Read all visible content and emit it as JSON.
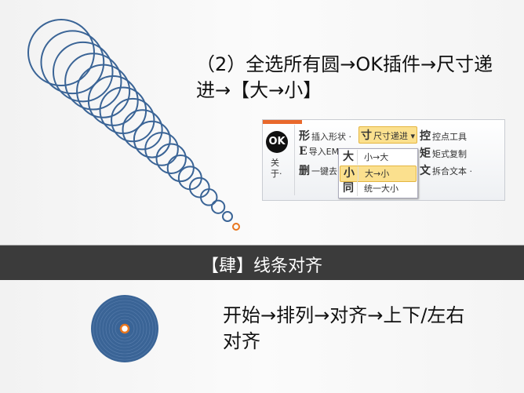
{
  "step_text": "（2）全选所有圆→OK插件→尺寸递进→【大→小】",
  "section_title": "【肆】线条对齐",
  "instruction_text": "开始→排列→对齐→上下/左右对齐",
  "colors": {
    "circle": "#3a6496",
    "accent": "#e8761e",
    "band": "#3b3b3b"
  },
  "ribbon": {
    "ok_logo": "OK",
    "about": "关于·",
    "col1": [
      {
        "icon": "形",
        "label": "插入形状 ·"
      },
      {
        "icon": "E",
        "label": "导入EM"
      },
      {
        "icon": "删",
        "label": "一键去"
      }
    ],
    "size_btn": {
      "icon": "寸",
      "label": "尺寸递进",
      "arrow": "▾"
    },
    "col3": [
      {
        "icon": "控",
        "label": "控点工具"
      },
      {
        "icon": "矩",
        "label": "矩式复制"
      },
      {
        "icon": "文",
        "label": "拆合文本 ·"
      }
    ],
    "menu": [
      {
        "icon": "大",
        "label": "小→大"
      },
      {
        "icon": "小",
        "label": "大→小",
        "selected": true
      },
      {
        "icon": "同",
        "label": "统一大小"
      }
    ]
  }
}
